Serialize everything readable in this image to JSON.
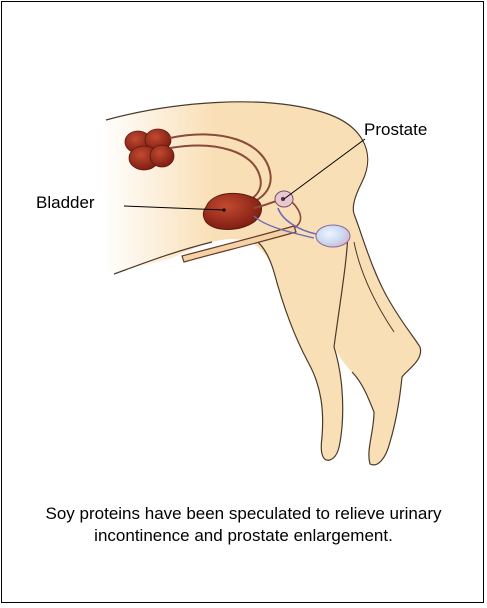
{
  "diagram": {
    "labels": {
      "prostate": "Prostate",
      "bladder": "Bladder"
    },
    "caption": "Soy proteins have been speculated to relieve urinary incontinence and prostate enlargement.",
    "colors": {
      "body_fill": "#f9dfb6",
      "body_outline": "#4a3a2a",
      "organ_fill": "#9a2a1a",
      "organ_highlight": "#c24a30",
      "duct": "#8a5a4a",
      "vessel": "#6a6ab8",
      "prostate_fill": "#e8c8d0",
      "testis_fill": "#c8d8f0"
    }
  }
}
